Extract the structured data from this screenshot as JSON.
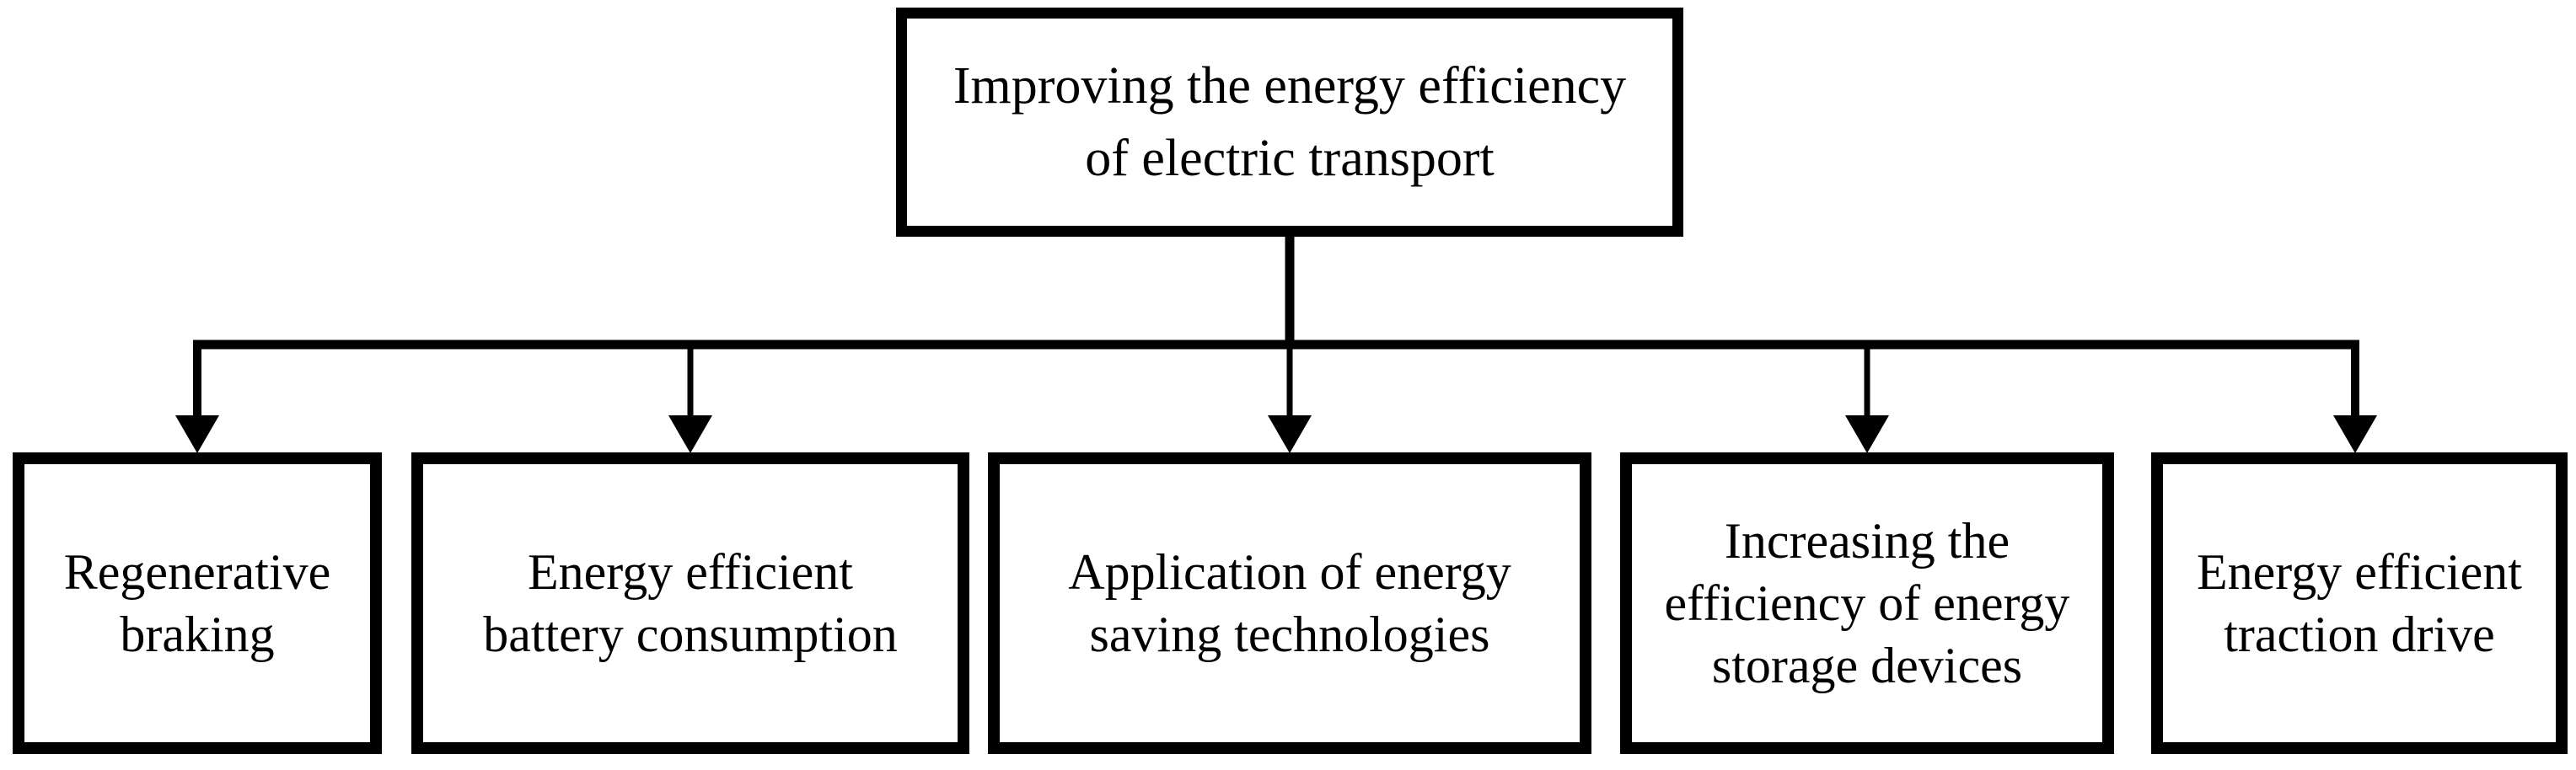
{
  "figure": {
    "type": "hierarchy-flowchart",
    "background_color": "#ffffff",
    "line_color": "#000000",
    "box_border_color": "#000000",
    "text_color": "#000000",
    "root": {
      "label": "Improving the energy efficiency of electric transport",
      "lines": [
        "Improving the energy efficiency",
        "of electric transport"
      ]
    },
    "children": [
      {
        "label": "Regenerative braking",
        "lines": [
          "Regenerative",
          "braking"
        ]
      },
      {
        "label": "Energy efficient battery consumption",
        "lines": [
          "Energy efficient",
          "battery consumption"
        ]
      },
      {
        "label": "Application of energy saving technologies",
        "lines": [
          "Application of energy",
          "saving technologies"
        ]
      },
      {
        "label": "Increasing the efficiency of energy storage devices",
        "lines": [
          "Increasing the",
          "efficiency of energy",
          "storage devices"
        ]
      },
      {
        "label": "Energy efficient traction drive",
        "lines": [
          "Energy efficient",
          "traction drive"
        ]
      }
    ]
  }
}
